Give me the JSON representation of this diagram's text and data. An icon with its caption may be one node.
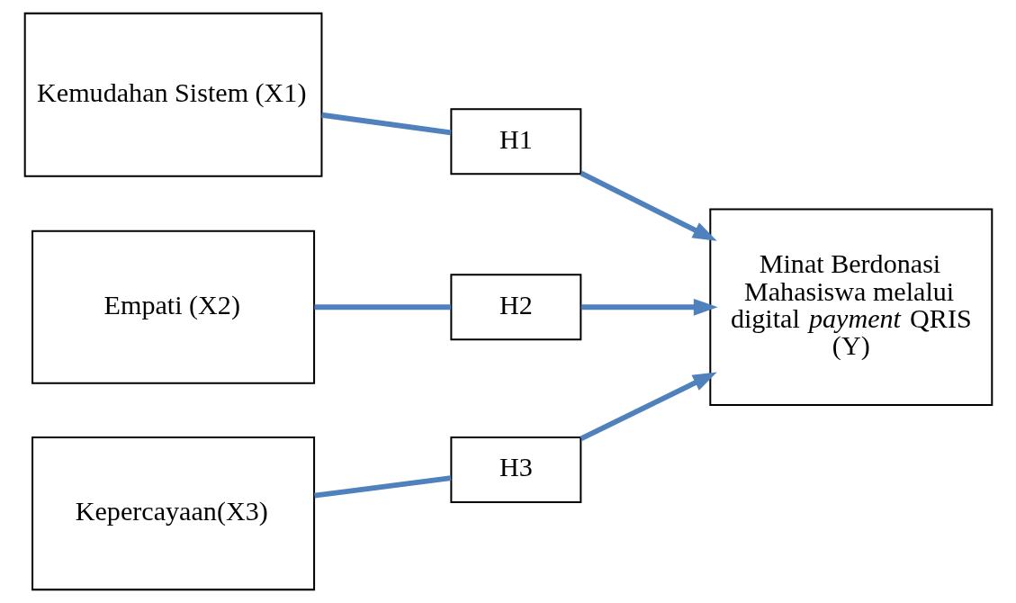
{
  "diagram": {
    "nodes": [
      {
        "text": [
          "Kemudahan Sistem (X1)"
        ]
      },
      {
        "text": [
          "Empati (X2)"
        ]
      },
      {
        "text": [
          "Kepercayaan(X3)"
        ]
      },
      {
        "text": [
          "H1"
        ]
      },
      {
        "text": [
          "H2"
        ]
      },
      {
        "text": [
          "H3"
        ]
      },
      {
        "text": [
          "Minat Berdonasi Mahasiswa melalui digital *payment* QRIS (Y)"
        ]
      }
    ],
    "edges": [
      {
        "from": 0,
        "to": 3,
        "arrow": "none"
      },
      {
        "from": 3,
        "to": 6,
        "arrow": "to"
      },
      {
        "from": 1,
        "to": 4,
        "arrow": "none"
      },
      {
        "from": 4,
        "to": 6,
        "arrow": "to"
      },
      {
        "from": 2,
        "to": 5,
        "arrow": "none"
      },
      {
        "from": 5,
        "to": 6,
        "arrow": "to"
      }
    ]
  }
}
